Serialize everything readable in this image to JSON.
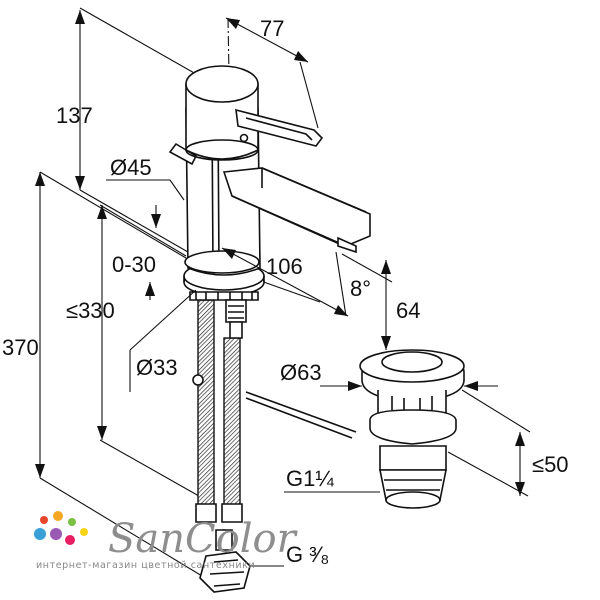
{
  "dimensions": {
    "top_height": "137",
    "lever_reach": "77",
    "body_diameter": "Ø45",
    "adjust_range": "0-30",
    "spout_reach": "106",
    "max_thickness": "≤330",
    "overall_height": "370",
    "spout_angle": "8°",
    "spout_clearance": "64",
    "tail_diameter": "Ø33",
    "waste_diameter": "Ø63",
    "waste_height": "≤50",
    "waste_thread": "G1¼",
    "hose_thread": "G ³⁄₈"
  },
  "watermark": {
    "brand": "SanColor",
    "tagline": "интернет-магазин цветной сантехники",
    "dot_colors": [
      "#e8452c",
      "#f5a623",
      "#7ac143",
      "#3aa0d8",
      "#9b59b6",
      "#e91e63",
      "#f7d417"
    ]
  }
}
